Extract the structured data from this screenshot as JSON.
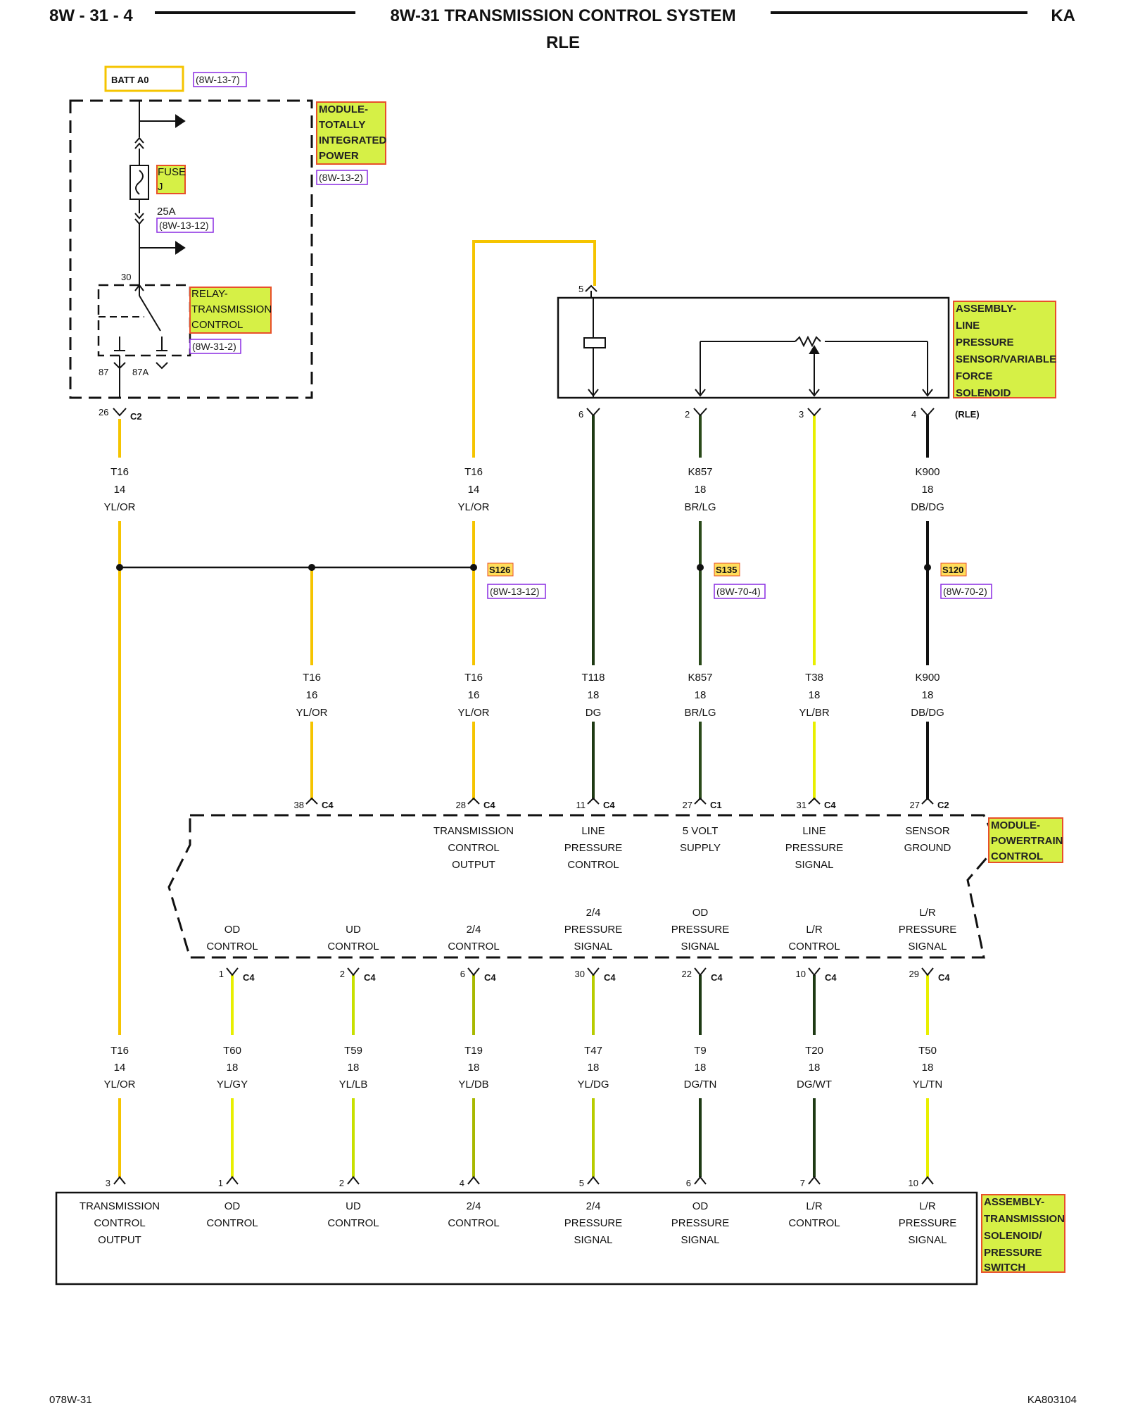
{
  "header": {
    "page": "8W - 31 - 4",
    "title": "8W-31 TRANSMISSION CONTROL SYSTEM",
    "subtitle": "RLE",
    "code": "KA"
  },
  "footer": {
    "left": "078W-31",
    "right": "KA803104"
  },
  "colors": {
    "yellow": "#f5c400",
    "light_yellow": "#e8ef00",
    "lime_yellow": "#c8e000",
    "dark_green": "#1e3a14",
    "black": "#111111",
    "callout_fill": "#d6f046",
    "callout_border": "#e8502a",
    "ref_border": "#8a2be2",
    "batt_border": "#f5c400"
  },
  "labels": {
    "batt": "BATT A0",
    "batt_ref": "(8W-13-7)",
    "tipm": [
      "MODULE-",
      "TOTALLY",
      "INTEGRATED",
      "POWER"
    ],
    "tipm_ref": "(8W-13-2)",
    "fuse": [
      "FUSE",
      "J"
    ],
    "fuse_amp": "25A",
    "fuse_ref": "(8W-13-12)",
    "relay": [
      "RELAY-",
      "TRANSMISSION",
      "CONTROL"
    ],
    "relay_ref": "(8W-31-2)",
    "relay_pin_30": "30",
    "relay_pin_87": "87",
    "relay_pin_87a": "87A",
    "tipm_out_pin": "26",
    "tipm_out_conn": "C2",
    "sensor": [
      "ASSEMBLY-",
      "LINE",
      "PRESSURE",
      "SENSOR/VARIABLE",
      "FORCE",
      "SOLENOID"
    ],
    "sensor_conn": "(RLE)",
    "sensor_pins": [
      "5",
      "6",
      "2",
      "3",
      "4"
    ],
    "pcm": [
      "MODULE-",
      "POWERTRAIN",
      "CONTROL"
    ],
    "solenoid": [
      "ASSEMBLY-",
      "TRANSMISSION",
      "SOLENOID/",
      "PRESSURE",
      "SWITCH"
    ]
  },
  "splices": [
    {
      "id": "S126",
      "ref": "(8W-13-12)"
    },
    {
      "id": "S135",
      "ref": "(8W-70-4)"
    },
    {
      "id": "S120",
      "ref": "(8W-70-2)"
    }
  ],
  "upper_wires": [
    {
      "circuit": "T16",
      "gauge": "14",
      "color": "YL/OR"
    },
    {
      "circuit": "T16",
      "gauge": "14",
      "color": "YL/OR"
    },
    {
      "circuit": "K857",
      "gauge": "18",
      "color": "BR/LG"
    },
    {
      "circuit": "K900",
      "gauge": "18",
      "color": "DB/DG"
    }
  ],
  "mid_wires": [
    {
      "circuit": "T16",
      "gauge": "16",
      "color": "YL/OR"
    },
    {
      "circuit": "T16",
      "gauge": "16",
      "color": "YL/OR"
    },
    {
      "circuit": "T118",
      "gauge": "18",
      "color": "DG"
    },
    {
      "circuit": "K857",
      "gauge": "18",
      "color": "BR/LG"
    },
    {
      "circuit": "T38",
      "gauge": "18",
      "color": "YL/BR"
    },
    {
      "circuit": "K900",
      "gauge": "18",
      "color": "DB/DG"
    }
  ],
  "pcm_top_pins": [
    {
      "pin": "38",
      "conn": "C4",
      "label": []
    },
    {
      "pin": "28",
      "conn": "C4",
      "label": [
        "TRANSMISSION",
        "CONTROL",
        "OUTPUT"
      ]
    },
    {
      "pin": "11",
      "conn": "C4",
      "label": [
        "LINE",
        "PRESSURE",
        "CONTROL"
      ]
    },
    {
      "pin": "27",
      "conn": "C1",
      "label": [
        "5 VOLT",
        "SUPPLY"
      ]
    },
    {
      "pin": "31",
      "conn": "C4",
      "label": [
        "LINE",
        "PRESSURE",
        "SIGNAL"
      ]
    },
    {
      "pin": "27",
      "conn": "C2",
      "label": [
        "SENSOR",
        "GROUND"
      ]
    }
  ],
  "pcm_bottom_pins": [
    {
      "pin": "1",
      "conn": "C4",
      "label": [
        "OD",
        "CONTROL"
      ]
    },
    {
      "pin": "2",
      "conn": "C4",
      "label": [
        "UD",
        "CONTROL"
      ]
    },
    {
      "pin": "6",
      "conn": "C4",
      "label": [
        "2/4",
        "CONTROL"
      ]
    },
    {
      "pin": "30",
      "conn": "C4",
      "label": [
        "2/4",
        "PRESSURE",
        "SIGNAL"
      ]
    },
    {
      "pin": "22",
      "conn": "C4",
      "label": [
        "OD",
        "PRESSURE",
        "SIGNAL"
      ]
    },
    {
      "pin": "10",
      "conn": "C4",
      "label": [
        "L/R",
        "CONTROL"
      ]
    },
    {
      "pin": "29",
      "conn": "C4",
      "label": [
        "L/R",
        "PRESSURE",
        "SIGNAL"
      ]
    }
  ],
  "lower_wires": [
    {
      "circuit": "T16",
      "gauge": "14",
      "color": "YL/OR"
    },
    {
      "circuit": "T60",
      "gauge": "18",
      "color": "YL/GY"
    },
    {
      "circuit": "T59",
      "gauge": "18",
      "color": "YL/LB"
    },
    {
      "circuit": "T19",
      "gauge": "18",
      "color": "YL/DB"
    },
    {
      "circuit": "T47",
      "gauge": "18",
      "color": "YL/DG"
    },
    {
      "circuit": "T9",
      "gauge": "18",
      "color": "DG/TN"
    },
    {
      "circuit": "T20",
      "gauge": "18",
      "color": "DG/WT"
    },
    {
      "circuit": "T50",
      "gauge": "18",
      "color": "YL/TN"
    }
  ],
  "solenoid_pins": [
    {
      "pin": "3",
      "label": [
        "TRANSMISSION",
        "CONTROL",
        "OUTPUT"
      ]
    },
    {
      "pin": "1",
      "label": [
        "OD",
        "CONTROL"
      ]
    },
    {
      "pin": "2",
      "label": [
        "UD",
        "CONTROL"
      ]
    },
    {
      "pin": "4",
      "label": [
        "2/4",
        "CONTROL"
      ]
    },
    {
      "pin": "5",
      "label": [
        "2/4",
        "PRESSURE",
        "SIGNAL"
      ]
    },
    {
      "pin": "6",
      "label": [
        "OD",
        "PRESSURE",
        "SIGNAL"
      ]
    },
    {
      "pin": "7",
      "label": [
        "L/R",
        "CONTROL"
      ]
    },
    {
      "pin": "10",
      "label": [
        "L/R",
        "PRESSURE",
        "SIGNAL"
      ]
    }
  ]
}
